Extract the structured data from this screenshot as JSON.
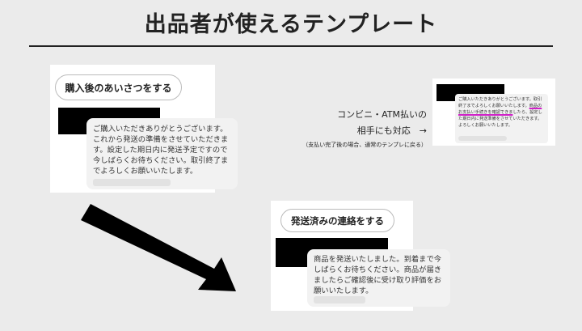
{
  "title": "出品者が使えるテンプレート",
  "card_purchase": {
    "button_label": "購入後のあいさつをする",
    "message": "ご購入いただきありがとうございます。これから発送の準備をさせていただきます。設定した期日内に発送予定ですので今しばらくお待ちください。取引終了までよろしくお願いいたします。"
  },
  "card_shipped": {
    "button_label": "発送済みの連絡をする",
    "message": "商品を発送いたしました。到着まで今しばらくお待ちください。商品が届きましたらご確認後に受け取り評価をお願いいたします。"
  },
  "card_convenience": {
    "message_before": "ご購入いただきありがとうございます。取引終了までよろしくお願いいたします。",
    "message_highlight": "商品のお支払い手続きを確認できま",
    "message_after": "したら、設定した期日内に発送準備をさせていただきます。よろしくお願いいたします。"
  },
  "note": {
    "line1": "コンビニ・ATM払いの",
    "line2": "相手にも対応　→",
    "line3": "（支払い完了後の場合、通常のテンプレに戻る）"
  }
}
